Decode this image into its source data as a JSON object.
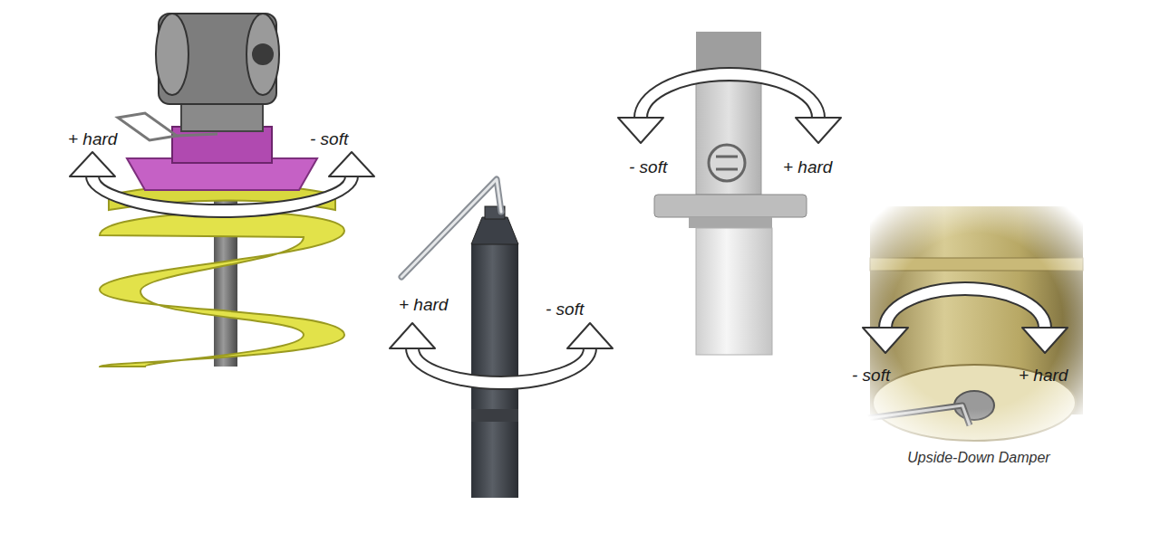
{
  "diagram": {
    "labels": [
      "+ hard",
      "- soft",
      "+ hard",
      "- soft",
      "- soft",
      "+ hard",
      "- soft",
      "+ hard",
      "Upside-Down Damper"
    ]
  }
}
